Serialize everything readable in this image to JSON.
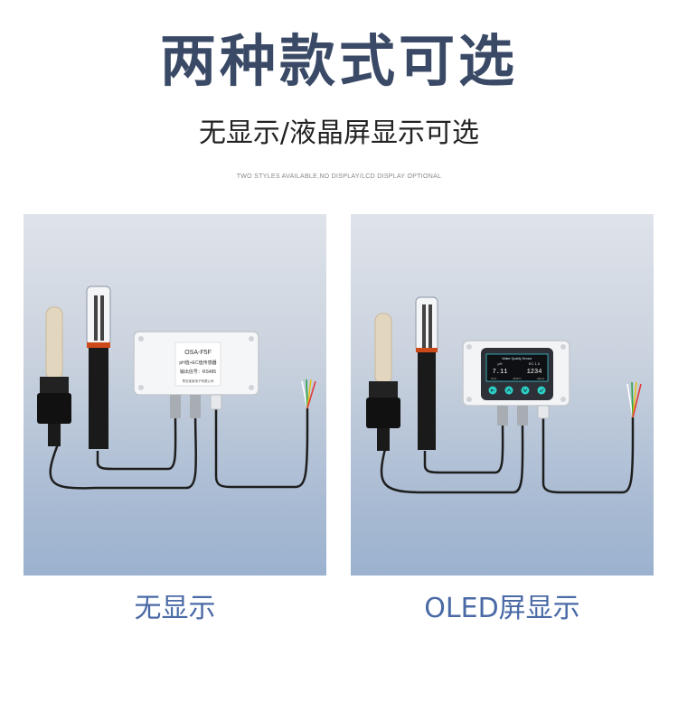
{
  "header": {
    "title": "两种款式可选",
    "subtitle": "无显示/液晶屏显示可选",
    "tagline": "TWO STYLES AVAILABLE,NO DISPLAY/LCD DISPLAY OPTIONAL"
  },
  "left_panel": {
    "caption": "无显示",
    "device_label": {
      "model": "OSA-F5F",
      "name": "pH值+EC值传感器",
      "signal": "输出信号：RS485",
      "maker": "青岛某某电子有限公司"
    }
  },
  "right_panel": {
    "caption": "OLED屏显示",
    "screen": {
      "header": "Water Quality Sensor",
      "col1_label": "pH",
      "col2_label": "EC 1.0",
      "col1_value": "7.11",
      "col2_value": "1234",
      "foot1": "0-01",
      "foot2": "25.8°C",
      "foot3": "uS/cm"
    }
  },
  "colors": {
    "title": "#3a4a66",
    "caption": "#4a6aa6",
    "wire_red": "#e23b3b",
    "wire_yellow": "#e8c21c",
    "wire_green": "#2ea34a",
    "wire_white": "#ffffff"
  }
}
